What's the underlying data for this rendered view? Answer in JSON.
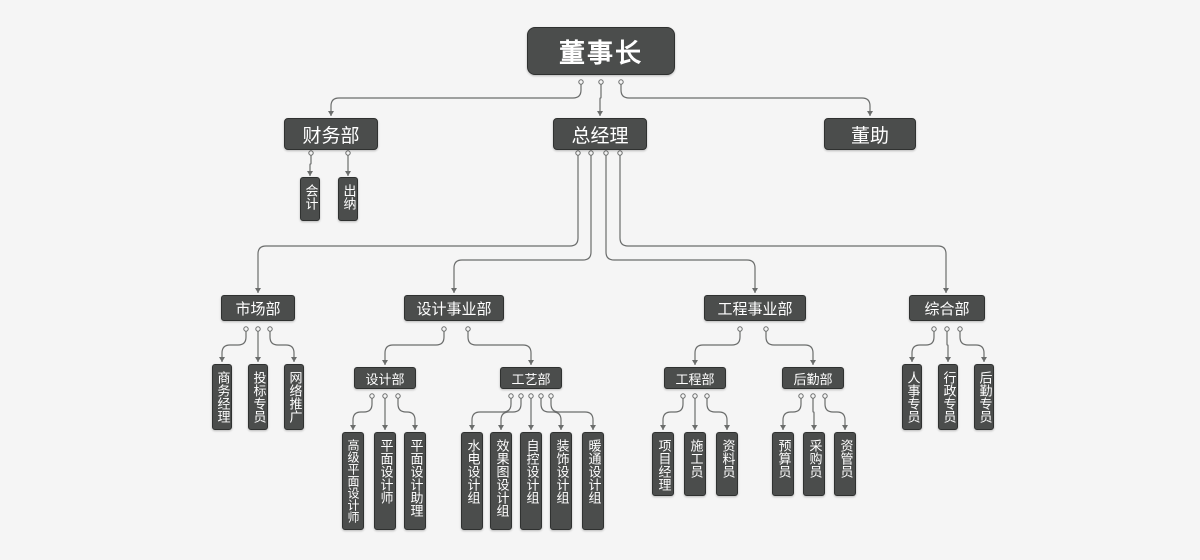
{
  "colors": {
    "node": "#4b4d4c",
    "line": "#6b6d6c",
    "background": "#f5f5f5"
  },
  "nodes": {
    "chairman": "董事长",
    "finance": "财务部",
    "gm": "总经理",
    "assistant": "董助",
    "accountant": "会计",
    "cashier": "出纳",
    "market": "市场部",
    "design_div": "设计事业部",
    "eng_div": "工程事业部",
    "general": "综合部",
    "biz_mgr": "商务经理",
    "bid_spec": "投标专员",
    "net_promo": "网络推广",
    "design_dept": "设计部",
    "craft_dept": "工艺部",
    "senior_designer": "高级平面设计师",
    "designer": "平面设计师",
    "design_asst": "平面设计助理",
    "plumb_elec": "水电设计组",
    "render_group": "效果图设计组",
    "selfctl_group": "自控设计组",
    "decor_group": "装饰设计组",
    "hvac_group": "暖通设计组",
    "eng_dept": "工程部",
    "logistics": "后勤部",
    "pm": "项目经理",
    "builder": "施工员",
    "data_clerk": "资料员",
    "budget": "预算员",
    "purchase": "采购员",
    "asset_mgr": "资管员",
    "hr": "人事专员",
    "admin": "行政专员",
    "logi_spec": "后勤专员"
  }
}
